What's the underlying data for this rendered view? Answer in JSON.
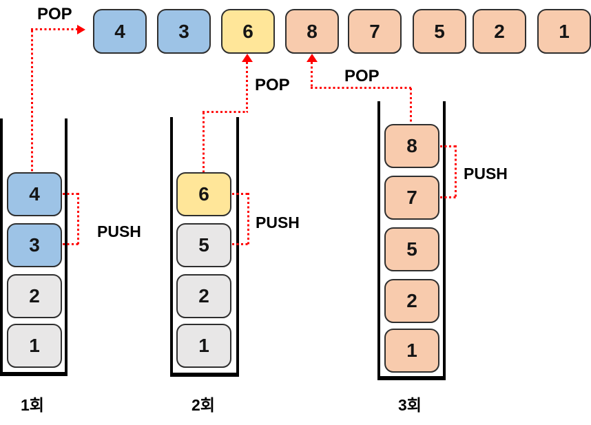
{
  "colors": {
    "box_blue": "#9DC3E6",
    "box_yellow": "#FFE699",
    "box_peach": "#F8CBAD",
    "box_gray": "#E8E7E7",
    "box_border": "#2E2E2E",
    "stack_wall": "#000000",
    "arrow_red": "#FF0000"
  },
  "output_row": {
    "boxes": [
      {
        "value": "4",
        "color": "blue"
      },
      {
        "value": "3",
        "color": "blue"
      },
      {
        "value": "6",
        "color": "yellow"
      },
      {
        "value": "8",
        "color": "peach"
      },
      {
        "value": "7",
        "color": "peach"
      },
      {
        "value": "5",
        "color": "peach"
      },
      {
        "value": "2",
        "color": "peach"
      },
      {
        "value": "1",
        "color": "peach"
      }
    ]
  },
  "stages": [
    {
      "caption": "1회",
      "pop_label": "POP",
      "push_label": "PUSH",
      "stack_top_to_bottom": [
        {
          "value": "4",
          "color": "blue"
        },
        {
          "value": "3",
          "color": "blue"
        },
        {
          "value": "2",
          "color": "gray"
        },
        {
          "value": "1",
          "color": "gray"
        }
      ]
    },
    {
      "caption": "2회",
      "pop_label": "POP",
      "push_label": "PUSH",
      "stack_top_to_bottom": [
        {
          "value": "6",
          "color": "yellow"
        },
        {
          "value": "5",
          "color": "gray"
        },
        {
          "value": "2",
          "color": "gray"
        },
        {
          "value": "1",
          "color": "gray"
        }
      ]
    },
    {
      "caption": "3회",
      "pop_label": "POP",
      "push_label": "PUSH",
      "stack_top_to_bottom": [
        {
          "value": "8",
          "color": "peach"
        },
        {
          "value": "7",
          "color": "peach"
        },
        {
          "value": "5",
          "color": "peach"
        },
        {
          "value": "2",
          "color": "peach"
        },
        {
          "value": "1",
          "color": "peach"
        }
      ]
    }
  ]
}
